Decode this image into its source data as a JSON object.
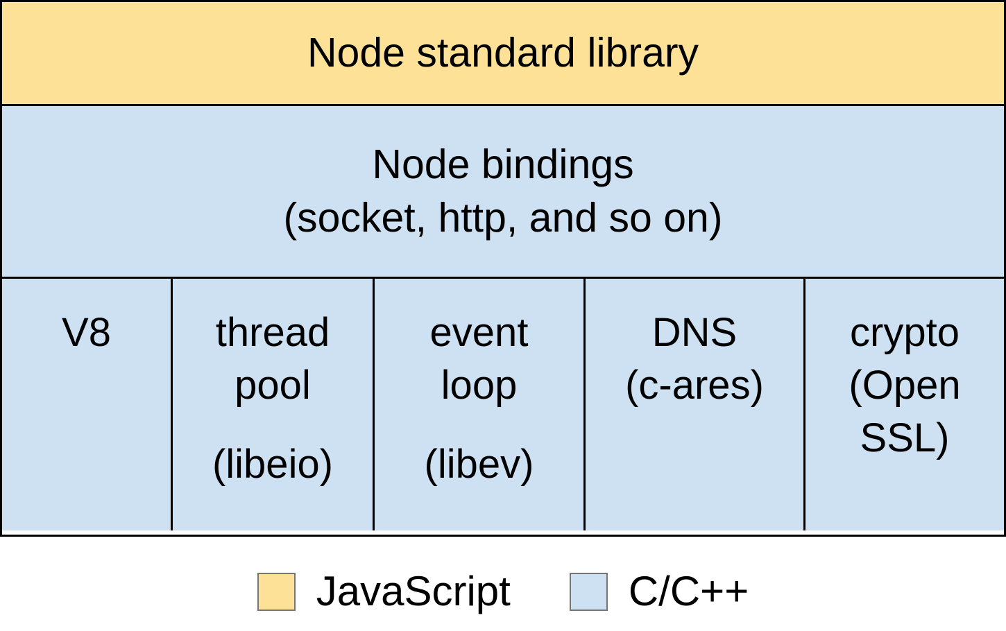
{
  "colors": {
    "javascript": "#FDE196",
    "c_cpp": "#CDE1F2",
    "border": "#000000",
    "swatch_border": "#757575",
    "text": "#000000",
    "background": "#FFFFFF"
  },
  "stack": {
    "standard_library": {
      "label": "Node standard library"
    },
    "bindings": {
      "label": "Node bindings (socket, http, and so on)",
      "line1": "Node bindings",
      "line2": "(socket, http, and so on)"
    },
    "components": [
      {
        "label": "V8",
        "lines": [
          "V8"
        ]
      },
      {
        "label": "thread pool (libeio)",
        "lines": [
          "thread",
          "pool"
        ],
        "lib": "(libeio)"
      },
      {
        "label": "event loop (libev)",
        "lines": [
          "event",
          "loop"
        ],
        "lib": "(libev)"
      },
      {
        "label": "DNS (c-ares)",
        "lines": [
          "DNS",
          "(c-ares)"
        ]
      },
      {
        "label": "crypto (Open SSL)",
        "lines": [
          "crypto",
          "(Open",
          "SSL)"
        ]
      }
    ]
  },
  "legend": {
    "items": [
      {
        "label": "JavaScript",
        "color": "#FDE196"
      },
      {
        "label": "C/C++",
        "color": "#CDE1F2"
      }
    ]
  }
}
